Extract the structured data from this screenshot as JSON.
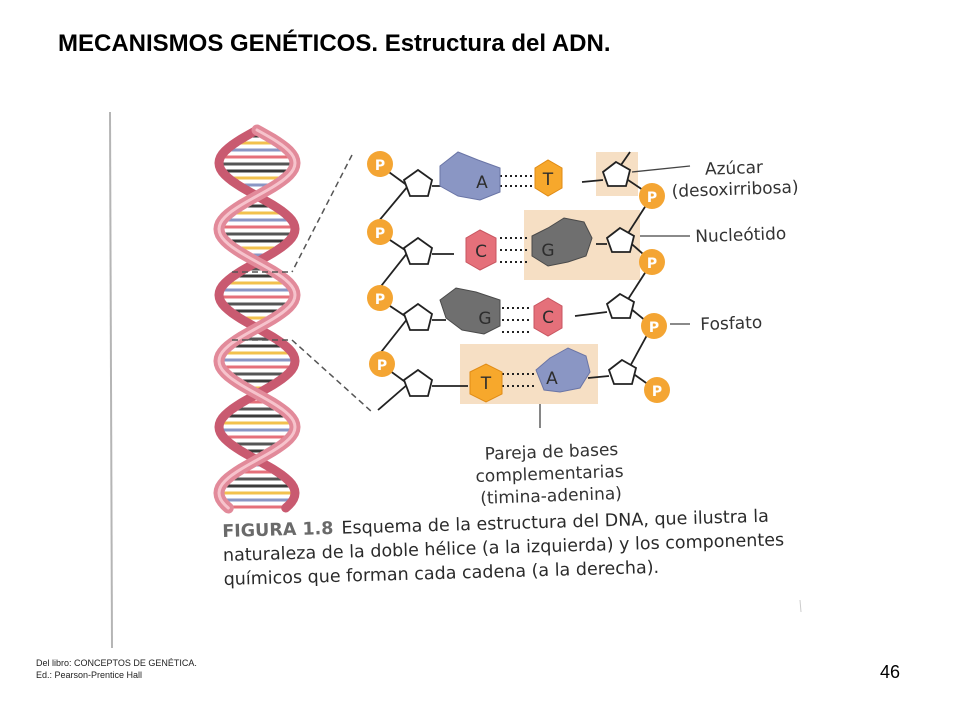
{
  "slide": {
    "title": "MECANISMOS GENÉTICOS. Estructura del ADN.",
    "page_number": "46",
    "source_line1": "Del libro: CONCEPTOS DE GENÉTICA.",
    "source_line2": "Ed.: Pearson-Prentice Hall"
  },
  "figure": {
    "labels": {
      "azucar_line1": "Azúcar",
      "azucar_line2": "(desoxirribosa)",
      "nucleotido": "Nucleótido",
      "fosfato": "Fosfato",
      "pareja_line1": "Pareja de bases",
      "pareja_line2": "complementarias",
      "pareja_line3": "(timina-adenina)"
    },
    "phosphate_symbol": "P",
    "base_pairs": [
      {
        "left": "A",
        "right": "T"
      },
      {
        "left": "C",
        "right": "G"
      },
      {
        "left": "G",
        "right": "C"
      },
      {
        "left": "T",
        "right": "A"
      }
    ],
    "caption_label": "FIGURA 1.8",
    "caption_text": "Esquema de la estructura del DNA, que ilustra la naturaleza de la doble hélice (a la izquierda) y los componentes químicos que forman cada cadena (a la derecha).",
    "colors": {
      "phosphate": "#f4a533",
      "adenine": "#8a96c4",
      "thymine": "#f7a82c",
      "cytosine": "#e5707a",
      "guanine": "#6f6f6f",
      "helix_strand": "#d9788a",
      "highlight_box": "#f6dfc4"
    }
  }
}
